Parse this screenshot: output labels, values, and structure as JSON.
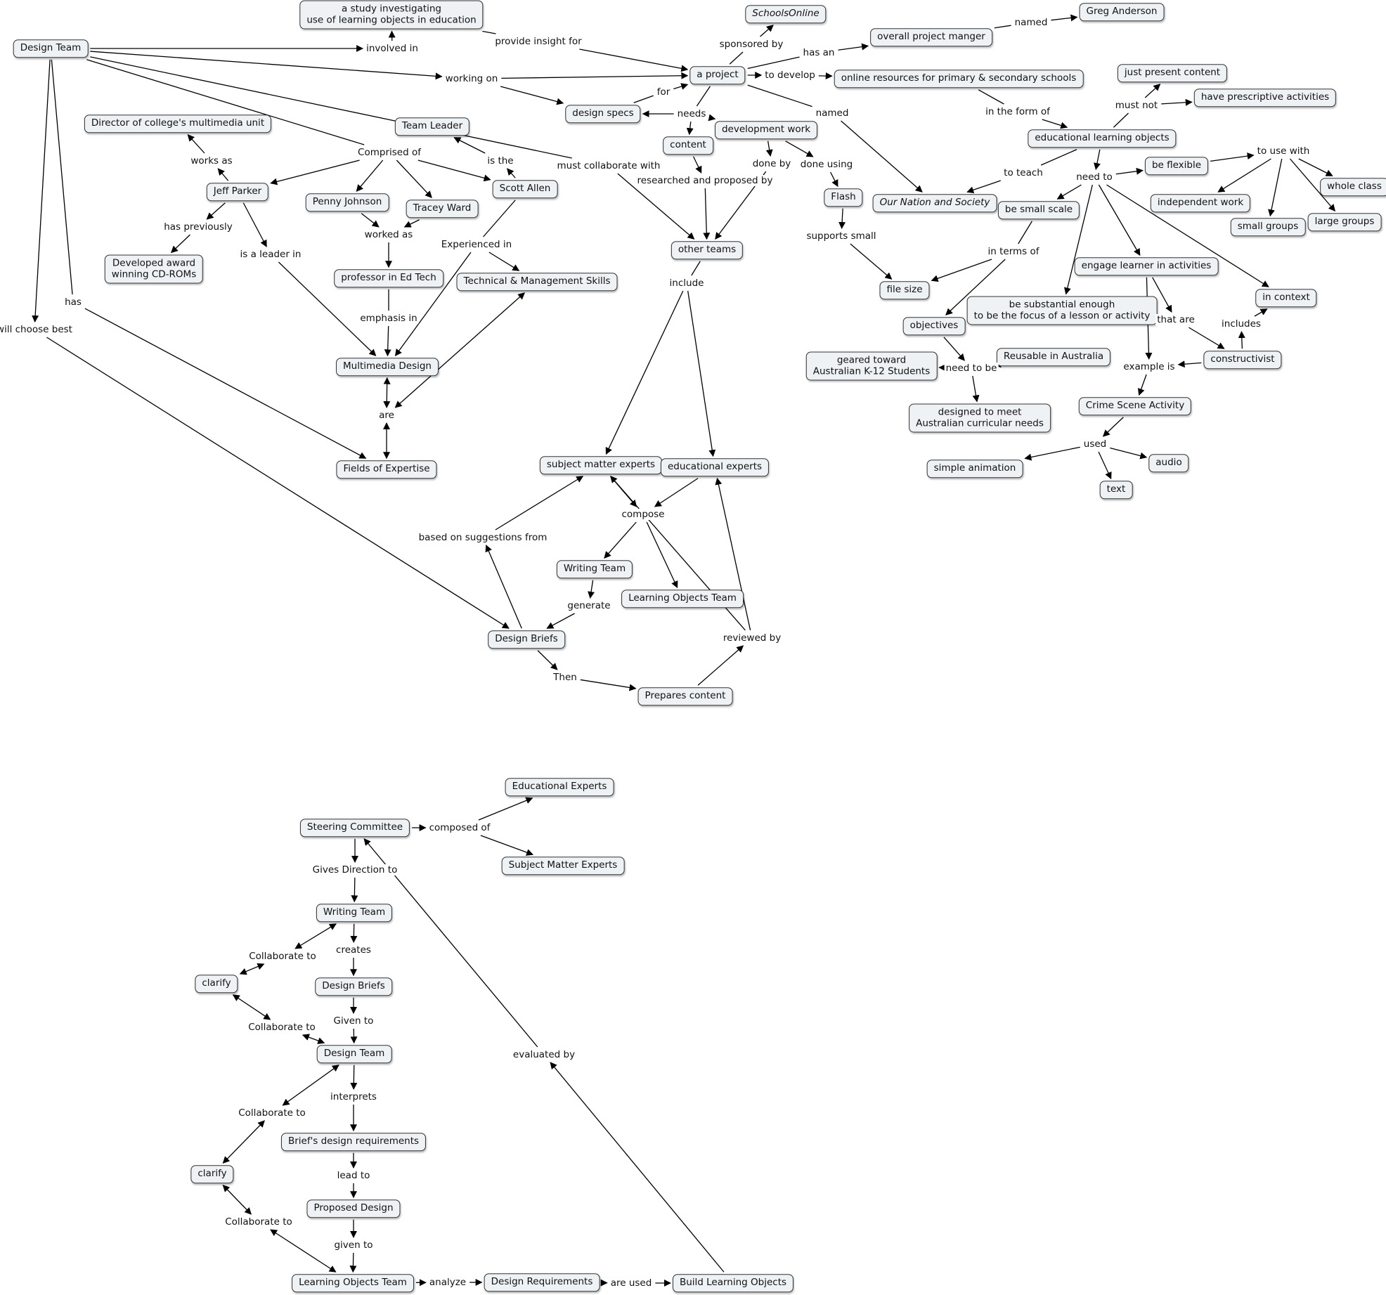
{
  "concepts": {
    "design_team": "Design Team",
    "study": "a study investigating\nuse of learning objects in education",
    "schoolsonline": "SchoolsOnline",
    "greg": "Greg Anderson",
    "overall_manager": "overall project manger",
    "a_project": "a project",
    "online_resources": "online resources for primary & secondary schools",
    "just_present": "just present content",
    "prescriptive": "have prescriptive activities",
    "design_specs": "design specs",
    "team_leader": "Team Leader",
    "director": "Director of college's multimedia unit",
    "development_work": "development work",
    "content": "content",
    "elo": "educational learning objects",
    "be_flexible": "be flexible",
    "whole_class": "whole class",
    "jeff": "Jeff Parker",
    "scott": "Scott Allen",
    "penny": "Penny Johnson",
    "tracey": "Tracey Ward",
    "flash": "Flash",
    "nation_society": "Our Nation and Society",
    "small_scale": "be small scale",
    "independent": "independent work",
    "small_groups": "small groups",
    "large_groups": "large groups",
    "other_teams": "other teams",
    "cdroms": "Developed award\nwinning CD-ROMs",
    "professor": "professor in Ed Tech",
    "tech_mgmt": "Technical & Management Skills",
    "file_size": "file size",
    "engage": "engage learner in activities",
    "in_context": "in context",
    "substantial": "be substantial enough\nto be the focus of a lesson or activity",
    "objectives": "objectives",
    "multimedia": "Multimedia Design",
    "geared": "geared toward\nAustralian K-12 Students",
    "reusable": "Reusable in Australia",
    "constructivist": "constructivist",
    "crime_scene": "Crime Scene Activity",
    "designed_meet": "designed to meet\nAustralian curricular needs",
    "fields": "Fields of Expertise",
    "sme": "subject matter experts",
    "edu_experts": "educational experts",
    "simple_animation": "simple animation",
    "audio": "audio",
    "text": "text",
    "writing_team": "Writing Team",
    "lot": "Learning Objects Team",
    "design_briefs": "Design Briefs",
    "prepares": "Prepares content",
    "edu_experts_cap": "Educational Experts",
    "steering": "Steering Committee",
    "sme_cap": "Subject Matter Experts",
    "writing_team2": "Writing Team",
    "clarify1": "clarify",
    "design_briefs2": "Design Briefs",
    "design_team2": "Design Team",
    "brief_reqs": "Brief's design requirements",
    "clarify2": "clarify",
    "proposed": "Proposed Design",
    "lot2": "Learning Objects Team",
    "design_reqs": "Design Requirements",
    "build_lo": "Build Learning Objects"
  },
  "phrases": {
    "involved_in": "involved in",
    "provide_insight": "provide insight for",
    "sponsored_by": "sponsored by",
    "named_greg": "named",
    "has_an": "has an",
    "working_on": "working on",
    "to_develop": "to develop",
    "for": "for",
    "needs": "needs",
    "named_nation": "named",
    "in_form_of": "in the form of",
    "must_not": "must not",
    "comprised_of": "Comprised of",
    "is_the": "is the",
    "works_as": "works as",
    "must_collaborate": "must collaborate with",
    "done_by": "done by",
    "done_using": "done using",
    "to_teach": "to teach",
    "need_to": "need to",
    "to_use_with": "to use with",
    "researched": "researched and proposed by",
    "has_previously": "has previously",
    "worked_as": "worked as",
    "experienced_in": "Experienced in",
    "supports_small": "supports small",
    "in_terms_of": "in terms of",
    "is_leader_in": "is a leader in",
    "include": "include",
    "has": "has",
    "that_are": "that are",
    "includes": "includes",
    "emphasis_in": "emphasis in",
    "will_choose": "will choose best",
    "need_to_be": "need to be",
    "example_is": "example is",
    "are": "are",
    "used": "used",
    "compose": "compose",
    "based_on": "based on suggestions from",
    "generate": "generate",
    "reviewed_by": "reviewed by",
    "then": "Then",
    "composed_of": "composed of",
    "gives_direction": "Gives Direction to",
    "collab1": "Collaborate to",
    "creates": "creates",
    "collab2": "Collaborate to",
    "given_to": "Given to",
    "evaluated_by": "evaluated by",
    "interprets": "interprets",
    "collab3": "Collaborate to",
    "lead_to": "lead to",
    "collab4": "Collaborate to",
    "given_to2": "given to",
    "analyze": "analyze",
    "are_used": "are used"
  },
  "edges": [
    [
      "design_team",
      "involved_in",
      "a"
    ],
    [
      "involved_in",
      "study",
      "a"
    ],
    [
      "study",
      "provide_insight",
      "-"
    ],
    [
      "provide_insight",
      "a_project",
      "a"
    ],
    [
      "design_team",
      "working_on",
      "a"
    ],
    [
      "working_on",
      "a_project",
      "a"
    ],
    [
      "working_on",
      "design_specs",
      "a"
    ],
    [
      "design_team",
      "comprised_of",
      "-"
    ],
    [
      "comprised_of",
      "jeff",
      "a"
    ],
    [
      "comprised_of",
      "penny",
      "a"
    ],
    [
      "comprised_of",
      "tracey",
      "a"
    ],
    [
      "comprised_of",
      "scott",
      "a"
    ],
    [
      "design_team",
      "must_collaborate",
      "-"
    ],
    [
      "must_collaborate",
      "other_teams",
      "a"
    ],
    [
      "design_team",
      "has",
      "-"
    ],
    [
      "has",
      "fields",
      "a"
    ],
    [
      "design_team",
      "will_choose",
      "a"
    ],
    [
      "will_choose",
      "design_briefs",
      "a"
    ],
    [
      "a_project",
      "sponsored_by",
      "-"
    ],
    [
      "sponsored_by",
      "schoolsonline",
      "a"
    ],
    [
      "a_project",
      "has_an",
      "-"
    ],
    [
      "has_an",
      "overall_manager",
      "a"
    ],
    [
      "overall_manager",
      "named_greg",
      "-"
    ],
    [
      "named_greg",
      "greg",
      "a"
    ],
    [
      "a_project",
      "to_develop",
      "a"
    ],
    [
      "to_develop",
      "online_resources",
      "a"
    ],
    [
      "a_project",
      "named_nation",
      "-"
    ],
    [
      "named_nation",
      "nation_society",
      "a"
    ],
    [
      "a_project",
      "needs",
      "-"
    ],
    [
      "needs",
      "content",
      "a"
    ],
    [
      "needs",
      "development_work",
      "a"
    ],
    [
      "needs",
      "design_specs",
      "a"
    ],
    [
      "design_specs",
      "for",
      "-"
    ],
    [
      "for",
      "a_project",
      "a"
    ],
    [
      "online_resources",
      "in_form_of",
      "-"
    ],
    [
      "in_form_of",
      "elo",
      "a"
    ],
    [
      "elo",
      "must_not",
      "-"
    ],
    [
      "must_not",
      "just_present",
      "a"
    ],
    [
      "must_not",
      "prescriptive",
      "a"
    ],
    [
      "elo",
      "to_teach",
      "-"
    ],
    [
      "to_teach",
      "nation_society",
      "a"
    ],
    [
      "elo",
      "need_to",
      "a"
    ],
    [
      "need_to",
      "be_flexible",
      "a"
    ],
    [
      "need_to",
      "small_scale",
      "a"
    ],
    [
      "need_to",
      "substantial",
      "a"
    ],
    [
      "need_to",
      "engage",
      "a"
    ],
    [
      "need_to",
      "in_context",
      "a"
    ],
    [
      "be_flexible",
      "to_use_with",
      "a"
    ],
    [
      "to_use_with",
      "whole_class",
      "a"
    ],
    [
      "to_use_with",
      "independent",
      "a"
    ],
    [
      "to_use_with",
      "small_groups",
      "a"
    ],
    [
      "to_use_with",
      "large_groups",
      "a"
    ],
    [
      "small_scale",
      "in_terms_of",
      "-"
    ],
    [
      "in_terms_of",
      "file_size",
      "a"
    ],
    [
      "in_terms_of",
      "objectives",
      "a"
    ],
    [
      "objectives",
      "need_to_be",
      "a"
    ],
    [
      "need_to_be",
      "geared",
      "a"
    ],
    [
      "need_to_be",
      "reusable",
      "a"
    ],
    [
      "need_to_be",
      "designed_meet",
      "a"
    ],
    [
      "engage",
      "that_are",
      "a"
    ],
    [
      "that_are",
      "constructivist",
      "a"
    ],
    [
      "engage",
      "example_is",
      "a"
    ],
    [
      "constructivist",
      "example_is",
      "a"
    ],
    [
      "constructivist",
      "includes",
      "a"
    ],
    [
      "includes",
      "in_context",
      "a"
    ],
    [
      "example_is",
      "crime_scene",
      "a"
    ],
    [
      "crime_scene",
      "used",
      "a"
    ],
    [
      "used",
      "simple_animation",
      "a"
    ],
    [
      "used",
      "audio",
      "a"
    ],
    [
      "used",
      "text",
      "a"
    ],
    [
      "development_work",
      "done_by",
      "a"
    ],
    [
      "done_by",
      "other_teams",
      "a"
    ],
    [
      "development_work",
      "done_using",
      "a"
    ],
    [
      "done_using",
      "flash",
      "a"
    ],
    [
      "flash",
      "supports_small",
      "a"
    ],
    [
      "supports_small",
      "file_size",
      "a"
    ],
    [
      "content",
      "researched",
      "a"
    ],
    [
      "researched",
      "other_teams",
      "a"
    ],
    [
      "scott",
      "is_the",
      "a"
    ],
    [
      "is_the",
      "team_leader",
      "a"
    ],
    [
      "jeff",
      "works_as",
      "a"
    ],
    [
      "works_as",
      "director",
      "a"
    ],
    [
      "jeff",
      "has_previously",
      "a"
    ],
    [
      "has_previously",
      "cdroms",
      "a"
    ],
    [
      "jeff",
      "is_leader_in",
      "a"
    ],
    [
      "is_leader_in",
      "multimedia",
      "a"
    ],
    [
      "penny",
      "worked_as",
      "a"
    ],
    [
      "tracey",
      "worked_as",
      "a"
    ],
    [
      "worked_as",
      "professor",
      "a"
    ],
    [
      "professor",
      "emphasis_in",
      "-"
    ],
    [
      "emphasis_in",
      "multimedia",
      "a"
    ],
    [
      "scott",
      "experienced_in",
      "-"
    ],
    [
      "experienced_in",
      "tech_mgmt",
      "a"
    ],
    [
      "experienced_in",
      "multimedia",
      "a"
    ],
    [
      "multimedia",
      "are",
      "b"
    ],
    [
      "tech_mgmt",
      "are",
      "b"
    ],
    [
      "are",
      "fields",
      "b"
    ],
    [
      "other_teams",
      "include",
      "-"
    ],
    [
      "include",
      "sme",
      "a"
    ],
    [
      "include",
      "edu_experts",
      "a"
    ],
    [
      "sme",
      "compose",
      "a"
    ],
    [
      "edu_experts",
      "compose",
      "a"
    ],
    [
      "compose",
      "writing_team",
      "a"
    ],
    [
      "compose",
      "lot",
      "a"
    ],
    [
      "writing_team",
      "generate",
      "a"
    ],
    [
      "generate",
      "design_briefs",
      "a"
    ],
    [
      "design_briefs",
      "based_on",
      "a"
    ],
    [
      "based_on",
      "sme",
      "a"
    ],
    [
      "design_briefs",
      "then",
      "a"
    ],
    [
      "then",
      "prepares",
      "a"
    ],
    [
      "prepares",
      "reviewed_by",
      "a"
    ],
    [
      "reviewed_by",
      "sme",
      "a"
    ],
    [
      "reviewed_by",
      "edu_experts",
      "a"
    ],
    [
      "steering",
      "composed_of",
      "a"
    ],
    [
      "composed_of",
      "edu_experts_cap",
      "a"
    ],
    [
      "composed_of",
      "sme_cap",
      "a"
    ],
    [
      "steering",
      "gives_direction",
      "a"
    ],
    [
      "gives_direction",
      "writing_team2",
      "a"
    ],
    [
      "writing_team2",
      "creates",
      "a"
    ],
    [
      "creates",
      "design_briefs2",
      "a"
    ],
    [
      "design_briefs2",
      "given_to",
      "a"
    ],
    [
      "given_to",
      "design_team2",
      "a"
    ],
    [
      "design_team2",
      "interprets",
      "a"
    ],
    [
      "interprets",
      "brief_reqs",
      "a"
    ],
    [
      "brief_reqs",
      "lead_to",
      "a"
    ],
    [
      "lead_to",
      "proposed",
      "a"
    ],
    [
      "proposed",
      "given_to2",
      "a"
    ],
    [
      "given_to2",
      "lot2",
      "a"
    ],
    [
      "lot2",
      "analyze",
      "a"
    ],
    [
      "analyze",
      "design_reqs",
      "a"
    ],
    [
      "design_reqs",
      "are_used",
      "a"
    ],
    [
      "are_used",
      "build_lo",
      "a"
    ],
    [
      "build_lo",
      "evaluated_by",
      "a"
    ],
    [
      "evaluated_by",
      "steering",
      "a"
    ],
    [
      "writing_team2",
      "collab1",
      "b"
    ],
    [
      "collab1",
      "clarify1",
      "b"
    ],
    [
      "clarify1",
      "collab2",
      "b"
    ],
    [
      "collab2",
      "design_team2",
      "b"
    ],
    [
      "design_team2",
      "collab3",
      "b"
    ],
    [
      "collab3",
      "clarify2",
      "b"
    ],
    [
      "clarify2",
      "collab4",
      "b"
    ],
    [
      "collab4",
      "lot2",
      "b"
    ]
  ],
  "italic_concepts": [
    "schoolsonline",
    "nation_society"
  ]
}
